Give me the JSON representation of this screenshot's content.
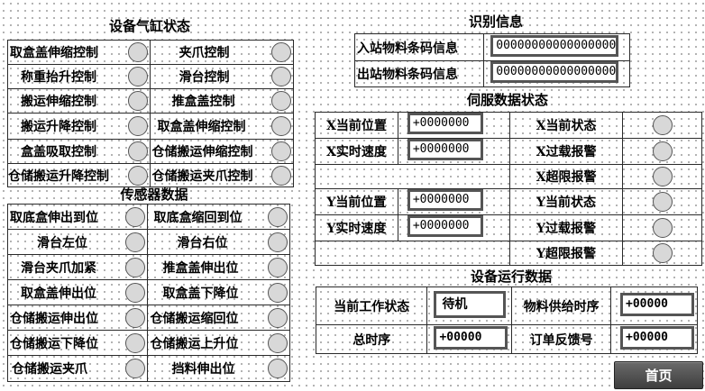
{
  "cylinder": {
    "title": "设备气缸状态",
    "rows": [
      [
        "取盒盖伸缩控制",
        "夹爪控制"
      ],
      [
        "称重抬升控制",
        "滑台控制"
      ],
      [
        "搬运伸缩控制",
        "推盒盖控制"
      ],
      [
        "搬运升降控制",
        "取盒盖伸缩控制"
      ],
      [
        "盒盖吸取控制",
        "仓储搬运伸缩控制"
      ],
      [
        "仓储搬运升降控制",
        "仓储搬运夹爪控制"
      ]
    ]
  },
  "sensor": {
    "title": "传感器数据",
    "rows": [
      [
        "取底盒伸出到位",
        "取底盒缩回到位"
      ],
      [
        "滑台左位",
        "滑台右位"
      ],
      [
        "滑台夹爪加紧",
        "推盒盖伸出位"
      ],
      [
        "取盒盖伸出位",
        "取盒盖下降位"
      ],
      [
        "仓储搬运伸出位",
        "仓储搬运缩回位"
      ],
      [
        "仓储搬运下降位",
        "仓储搬运上升位"
      ],
      [
        "仓储搬运夹爪",
        "挡料伸出位"
      ]
    ]
  },
  "identify": {
    "title": "识别信息",
    "in_label": "入站物料条码信息",
    "in_value": "000000000000000000",
    "out_label": "出站物料条码信息",
    "out_value": "000000000000000000"
  },
  "servo": {
    "title": "伺服数据状态",
    "x_pos_label": "X当前位置",
    "x_pos_value": "+0000000",
    "x_speed_label": "X实时速度",
    "x_speed_value": "+0000000",
    "x_state_label": "X当前状态",
    "x_overload_label": "X过载报警",
    "x_overlimit_label": "X超限报警",
    "y_pos_label": "Y当前位置",
    "y_pos_value": "+0000000",
    "y_speed_label": "Y实时速度",
    "y_speed_value": "+0000000",
    "y_state_label": "Y当前状态",
    "y_overload_label": "Y过载报警",
    "y_overlimit_label": "Y超限报警"
  },
  "run": {
    "title": "设备运行数据",
    "work_state_label": "当前工作状态",
    "work_state_value": "待机",
    "supply_label": "物料供给时序",
    "supply_value": "+00000",
    "total_label": "总时序",
    "total_value": "+00000",
    "feedback_label": "订单反馈号",
    "feedback_value": "+00000"
  },
  "nav": {
    "home_label": "首页"
  },
  "colors": {
    "lamp_off": "#d8d8d8",
    "button_bg": "#4a4a4a"
  }
}
